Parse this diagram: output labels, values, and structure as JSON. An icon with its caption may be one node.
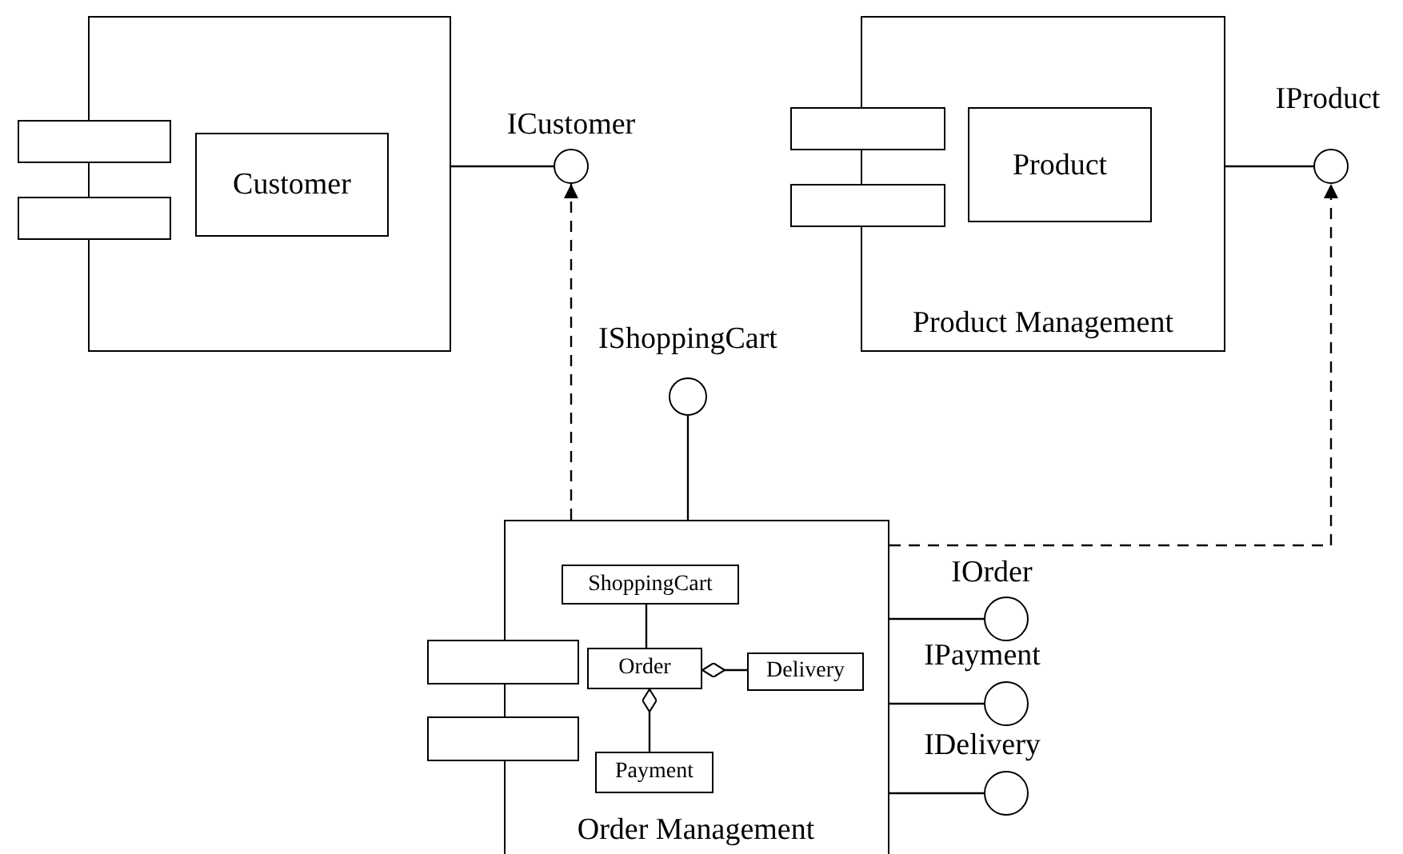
{
  "diagram": {
    "nodes": [
      {
        "text": [],
        "shape": "box"
      },
      {
        "text": [
          "Customer"
        ],
        "in": 0
      },
      {
        "text": [
          "ICustomer"
        ]
      },
      {
        "text": [
          "Product Management"
        ]
      },
      {
        "text": [
          "Product"
        ],
        "in": 3
      },
      {
        "text": [
          "IProduct"
        ]
      },
      {
        "text": [
          "IShoppingCart"
        ]
      },
      {
        "text": [
          "Order Management"
        ]
      },
      {
        "text": [
          "ShoppingCart"
        ],
        "in": 7
      },
      {
        "text": [
          "Order"
        ],
        "in": 7
      },
      {
        "text": [
          "Delivery"
        ],
        "in": 7
      },
      {
        "text": [
          "Payment"
        ],
        "in": 7
      },
      {
        "text": [
          "IOrder"
        ]
      },
      {
        "text": [
          "IPayment"
        ]
      },
      {
        "text": [
          "IDelivery"
        ]
      }
    ],
    "edges": [
      {
        "from": 0,
        "to": 2,
        "arrow": "none"
      },
      {
        "from": 3,
        "to": 5,
        "arrow": "none"
      },
      {
        "from": 7,
        "to": 2,
        "arrow": "to",
        "style": "dashed"
      },
      {
        "from": 7,
        "to": 5,
        "arrow": "to",
        "style": "dashed"
      },
      {
        "from": 6,
        "to": 7,
        "arrow": "none"
      },
      {
        "from": 8,
        "to": 9,
        "arrow": "none"
      },
      {
        "from": 9,
        "to": 10,
        "arrow": "other"
      },
      {
        "from": 9,
        "to": 11,
        "arrow": "other"
      },
      {
        "from": 7,
        "to": 12,
        "arrow": "none"
      },
      {
        "from": 7,
        "to": 13,
        "arrow": "none"
      },
      {
        "from": 7,
        "to": 14,
        "arrow": "none"
      }
    ]
  }
}
